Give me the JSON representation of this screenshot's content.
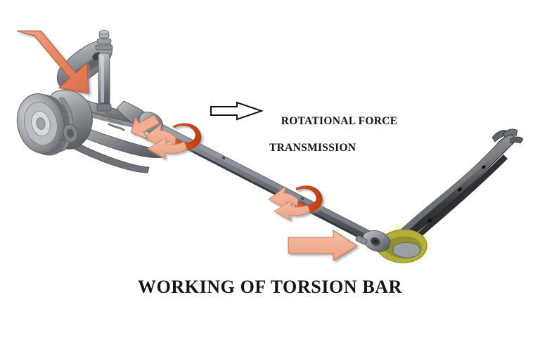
{
  "figure": {
    "title": "WORKING OF TORSION BAR",
    "background_color": "#ffffff",
    "callout": {
      "line1": "ROTATIONAL FORCE",
      "line2": "TRANSMISSION",
      "text_color": "#141414",
      "arrow_fill": "#ffffff",
      "arrow_stroke": "#111111"
    },
    "palette": {
      "arrow_salmon": "#e8815e",
      "arrow_salmon_light": "#f2ab8d",
      "arrow_orange_deep": "#d84a16",
      "torsion_bar_gray": "#6b7076",
      "torsion_bar_dark": "#3f444a",
      "assembly_gray": "#8d9196",
      "assembly_dark": "#4a4f55",
      "trailing_arm_dark": "#2b2d30",
      "bushing_olive": "#b3ae3a",
      "bushing_glow": "#f2eea0",
      "shadow": "#9a9a9a"
    },
    "components": [
      {
        "name": "wheel-hub-brake-rotor",
        "label": "Vented brake rotor and hub"
      },
      {
        "name": "steering-knuckle",
        "label": "Steering knuckle"
      },
      {
        "name": "shock-absorber",
        "label": "Shock absorber strut"
      },
      {
        "name": "upper-control-arm",
        "label": "Upper control arm"
      },
      {
        "name": "lower-control-arm",
        "label": "Lower control arm"
      },
      {
        "name": "torsion-bar-shaft",
        "label": "Torsion bar"
      },
      {
        "name": "trailing-arm",
        "label": "Trailing arm"
      },
      {
        "name": "bushing-mount",
        "label": "Bushing mount"
      }
    ],
    "force_arrows": [
      {
        "name": "input-load-arrow",
        "label": "Input load at wheel",
        "color": "#e8815e"
      },
      {
        "name": "reaction-arrow-hub",
        "label": "Reaction at hub",
        "color": "#f2ab8d"
      },
      {
        "name": "twist-arrow-near",
        "label": "Torsional twist near end",
        "color": "#d84a16"
      },
      {
        "name": "twist-arrow-far",
        "label": "Torsional twist far end",
        "color": "#d84a16"
      },
      {
        "name": "transmitted-force-arrow",
        "label": "Transmitted force to arm",
        "color": "#f2ab8d"
      }
    ]
  }
}
